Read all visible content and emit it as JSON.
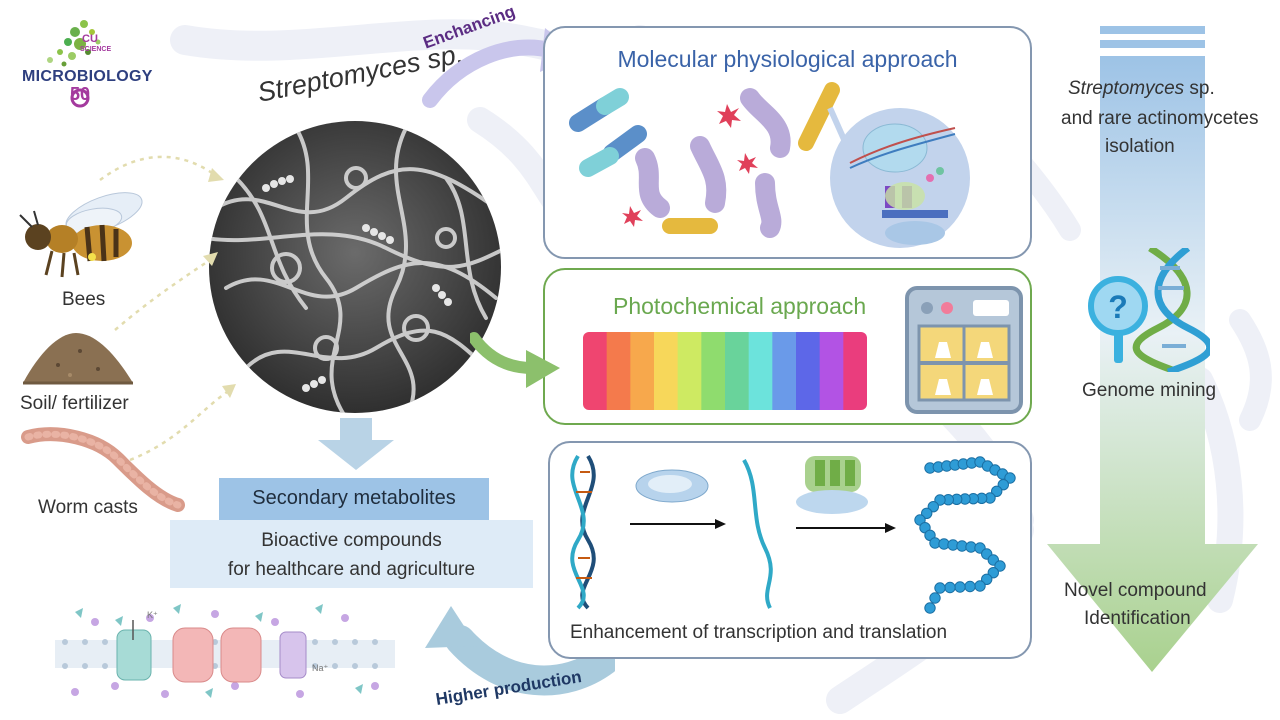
{
  "logo": {
    "line_top": "CU",
    "line_small": "SCIENCE",
    "wordmark": "MICROBIOLOGY",
    "anniversary": "50"
  },
  "organism": {
    "title": "Streptomyces sp."
  },
  "sources": {
    "bees": "Bees",
    "soil": "Soil/ fertilizer",
    "worm": "Worm casts"
  },
  "arrows": {
    "enhancing": "Enchancing",
    "higher_production": "Higher production"
  },
  "panels": {
    "molecular": "Molecular physiological approach",
    "photochemical": "Photochemical approach",
    "transcription": "Enhancement of  transcription and translation"
  },
  "metabolites": {
    "title": "Secondary metabolites",
    "line1": "Bioactive compounds",
    "line2": "for healthcare and agriculture"
  },
  "membrane": {
    "k_label": "K⁺",
    "na_label": "Na⁺"
  },
  "pipeline": {
    "isolation_species": "Streptomyces",
    "isolation_rest": " sp.",
    "isolation_line2": "and rare actinomycetes",
    "isolation_line3": "isolation",
    "genome_mining": "Genome mining",
    "novel_line1": "Novel compound",
    "novel_line2": "Identification"
  },
  "colors": {
    "molecular_title": "#3a63a8",
    "photochemical_title": "#6aa84f",
    "enhancing_text": "#5b2c83",
    "higher_text": "#1f3864",
    "metabolites_box": "#9dc3e6",
    "bioactive_box": "#deebf7",
    "spectrum": [
      "#ef4570",
      "#f47a4c",
      "#f7a84c",
      "#f7d75a",
      "#ceea62",
      "#8fdc6e",
      "#69d39b",
      "#6ce3dc",
      "#6a9ae9",
      "#5d67e8",
      "#b253e4",
      "#ea3d7d"
    ]
  }
}
